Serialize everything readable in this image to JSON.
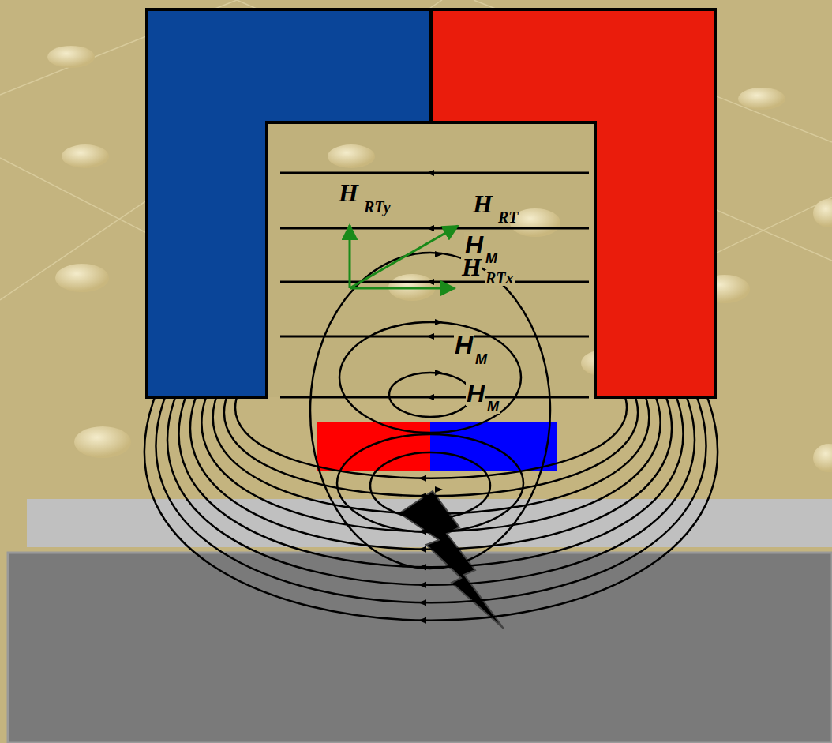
{
  "diagram": {
    "labels": [
      "H",
      "RTy",
      "H",
      "RT",
      "H",
      "M",
      "H",
      "RTx",
      "H",
      "M",
      "H",
      "M"
    ]
  }
}
